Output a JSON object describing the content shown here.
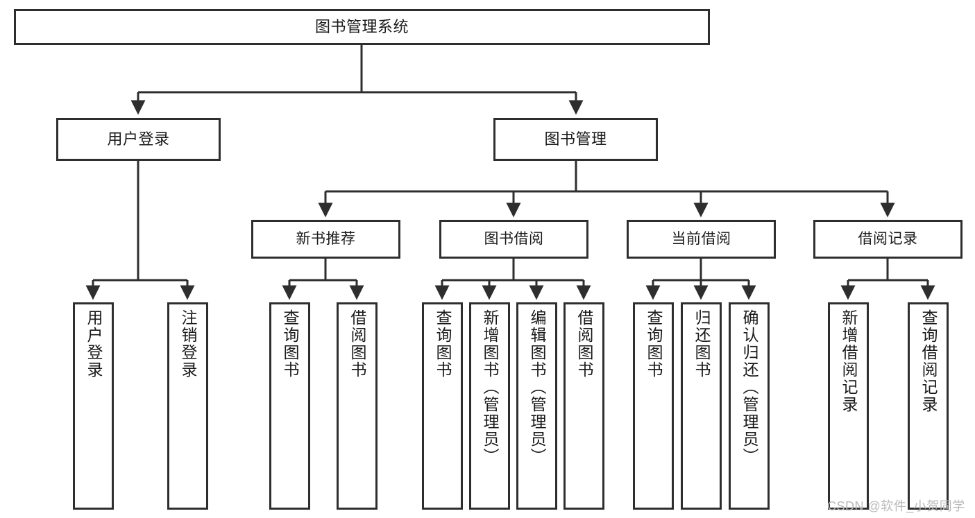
{
  "diagram": {
    "type": "tree-hierarchy-chart",
    "title": "图书管理系统",
    "colors": {
      "box_border": "#2e2e2e",
      "box_fill": "#ffffff",
      "edge": "#2e2e2e",
      "text": "#1a1a1a",
      "watermark": "#b9b9b9",
      "background": "#ffffff"
    },
    "root": {
      "label": "图书管理系统"
    },
    "tier1": [
      {
        "label": "用户登录"
      },
      {
        "label": "图书管理"
      }
    ],
    "tier2": [
      {
        "label": "新书推荐"
      },
      {
        "label": "图书借阅"
      },
      {
        "label": "当前借阅"
      },
      {
        "label": "借阅记录"
      }
    ],
    "leaves": {
      "user_login": [
        {
          "label": "用户登录"
        },
        {
          "label": "注销登录"
        }
      ],
      "new_book_recommend": [
        {
          "label": "查询图书"
        },
        {
          "label": "借阅图书"
        }
      ],
      "book_borrow": [
        {
          "label": "查询图书"
        },
        {
          "label": "新增图书（管理员）"
        },
        {
          "label": "编辑图书（管理员）"
        },
        {
          "label": "借阅图书"
        }
      ],
      "current_borrow": [
        {
          "label": "查询图书"
        },
        {
          "label": "归还图书"
        },
        {
          "label": "确认归还（管理员）"
        }
      ],
      "borrow_record": [
        {
          "label": "新增借阅记录"
        },
        {
          "label": "查询借阅记录"
        }
      ]
    }
  },
  "watermark": {
    "text": "CSDN @软件_小贺同学"
  }
}
